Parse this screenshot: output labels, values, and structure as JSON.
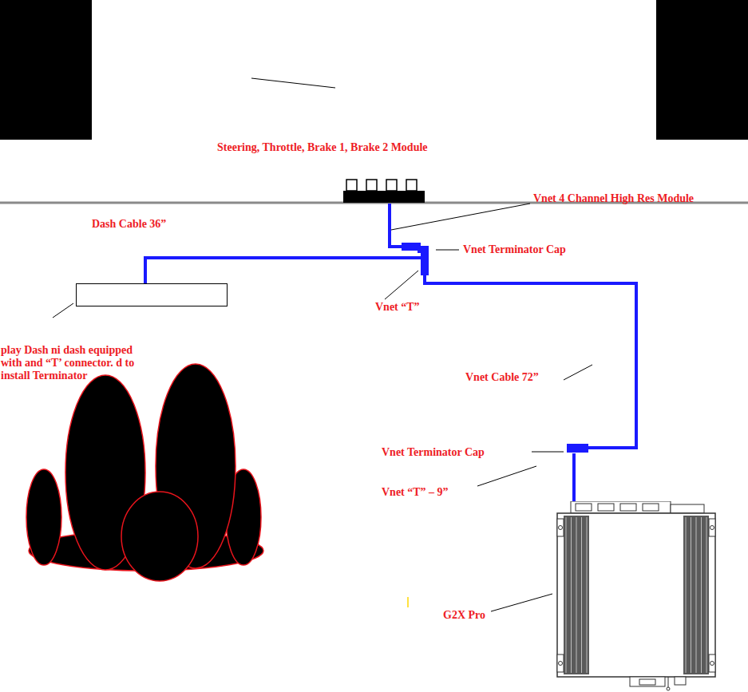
{
  "diagram": {
    "nodes": [
      {
        "text": [
          "Vnet 4 Channel High Res Module"
        ]
      },
      {
        "text": [
          "Vnet “T”",
          "Vnet Terminator Cap"
        ]
      },
      {
        "text": [
          "play Dash ni dash equipped with and “T’ connector. d to install Terminator"
        ]
      },
      {
        "text": [
          "Vnet Terminator Cap",
          "Vnet “T” – 9”"
        ]
      },
      {
        "text": [
          "G2X Pro"
        ]
      }
    ],
    "edges": [
      {
        "from": 0,
        "to": 1,
        "arrow": "none"
      },
      {
        "from": 1,
        "to": 2,
        "arrow": "none",
        "label": "Dash Cable 36”"
      },
      {
        "from": 1,
        "to": 3,
        "arrow": "none",
        "label": "Vnet Cable 72”"
      },
      {
        "from": 3,
        "to": 4,
        "arrow": "none"
      }
    ],
    "labels": [
      "Steering, Throttle, Brake 1, Brake 2 Module"
    ]
  }
}
